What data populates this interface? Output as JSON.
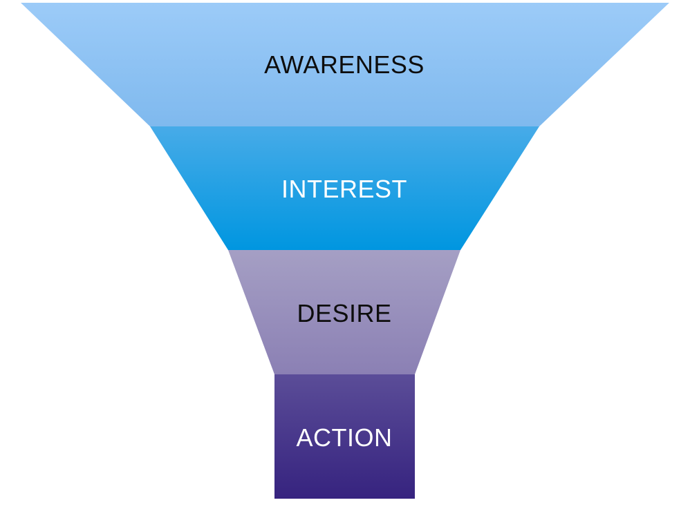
{
  "funnel": {
    "stages": [
      {
        "label": "AWARENESS",
        "text_color": "#0d0d0d",
        "color_top": "#9ccbf8",
        "color_bottom": "#7fb9ee"
      },
      {
        "label": "INTEREST",
        "text_color": "#ffffff",
        "color_top": "#47abe8",
        "color_bottom": "#0096e0"
      },
      {
        "label": "DESIRE",
        "text_color": "#0d0d0d",
        "color_top": "#a59fc4",
        "color_bottom": "#8b80b4"
      },
      {
        "label": "ACTION",
        "text_color": "#ffffff",
        "color_top": "#5b4d98",
        "color_bottom": "#36237f"
      }
    ]
  }
}
